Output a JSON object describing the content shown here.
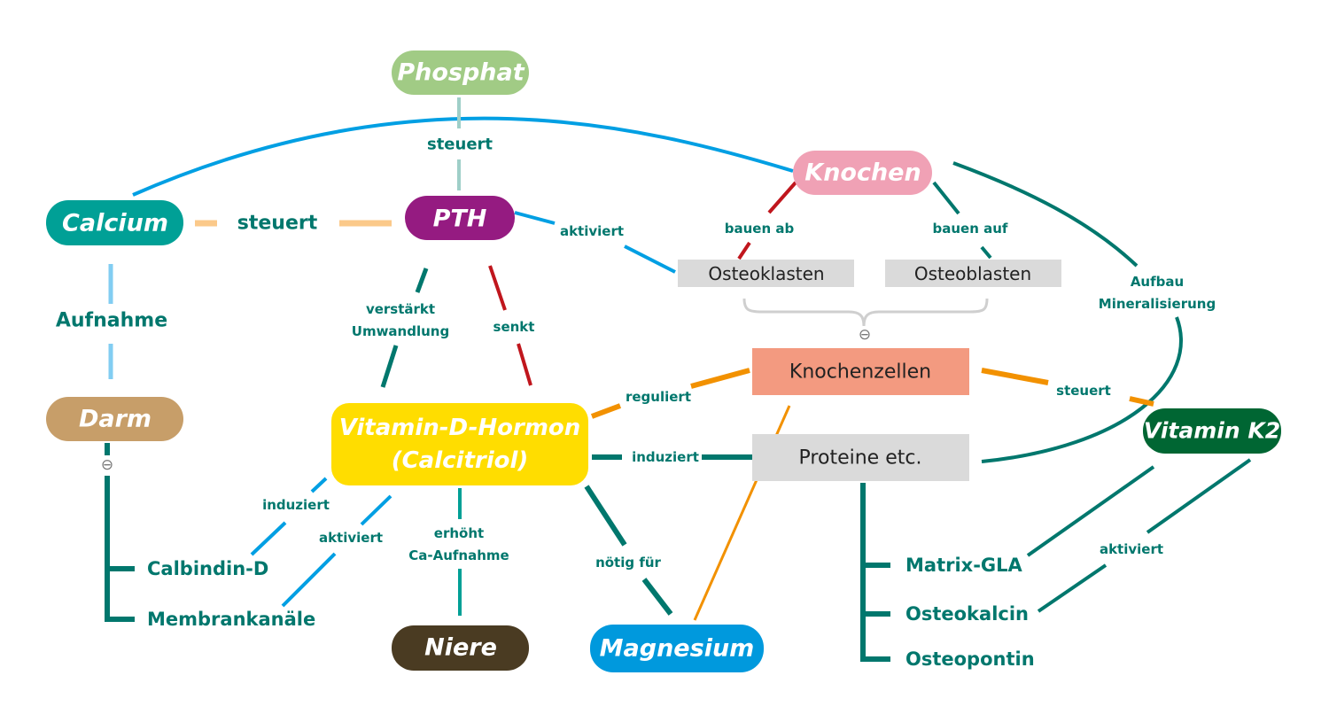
{
  "colors": {
    "teal": "#00776d",
    "calcium": "#00a096",
    "pth": "#951b81",
    "phosphat": "#a1cb85",
    "knochen": "#f0a1b5",
    "darm": "#c79e69",
    "vitamin_d": "#ffdd00",
    "niere": "#4a3b22",
    "magnesium": "#0099dd",
    "vitamin_k2": "#006633",
    "knochenzellen": "#f39a80",
    "gray_box": "#dadada",
    "blue_arrow": "#009fe3",
    "red_arrow": "#c0161d",
    "orange_arrow": "#f29100"
  },
  "nodes": {
    "phosphat": "Phosphat",
    "calcium": "Calcium",
    "pth": "PTH",
    "knochen": "Knochen",
    "osteoklasten": "Osteoklasten",
    "osteoblasten": "Osteoblasten",
    "knochenzellen": "Knochenzellen",
    "proteine": "Proteine etc.",
    "vitamin_k2": "Vitamin K2",
    "darm": "Darm",
    "vitamin_d_line1": "Vitamin-D-Hormon",
    "vitamin_d_line2": "(Calcitriol)",
    "niere": "Niere",
    "magnesium": "Magnesium"
  },
  "edge_labels": {
    "phosphat_pth": "steuert",
    "calcium_pth": "steuert",
    "pth_osteoklasten": "aktiviert",
    "osteoklasten_knochen": "bauen ab",
    "osteoblasten_knochen": "bauen auf",
    "k2_knochen_line1": "Aufbau",
    "k2_knochen_line2": "Mineralisierung",
    "pth_vitd_line1": "verstärkt",
    "pth_vitd_line2": "Umwandlung",
    "vitd_pth": "senkt",
    "darm_calcium": "Aufnahme",
    "vitd_knochenzellen": "reguliert",
    "k2_knochenzellen": "steuert",
    "vitd_proteine": "induziert",
    "vitd_calbindin": "induziert",
    "vitd_membrankanaele": "aktiviert",
    "vitd_niere_line1": "erhöht",
    "vitd_niere_line2": "Ca-Aufnahme",
    "magnesium_vitd": "nötig für",
    "k2_proteine": "aktiviert",
    "inhibit_symbol": "⊖"
  },
  "targets": {
    "darm": [
      "Calbindin-D",
      "Membrankanäle"
    ],
    "proteine": [
      "Matrix-GLA",
      "Osteokalcin",
      "Osteopontin"
    ]
  }
}
